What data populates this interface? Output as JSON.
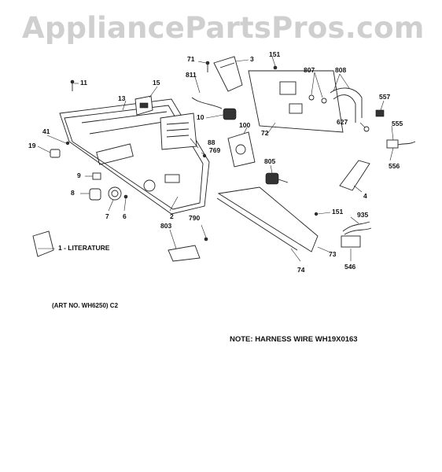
{
  "watermark": "AppliancePartsPros.com",
  "art_number": "(ART NO. WH6250) C2",
  "note": "NOTE: HARNESS WIRE WH19X0163",
  "literature_label": "1 - LITERATURE",
  "callouts": [
    {
      "id": "c71",
      "text": "71"
    },
    {
      "id": "c3",
      "text": "3"
    },
    {
      "id": "c151a",
      "text": "151"
    },
    {
      "id": "c807",
      "text": "807"
    },
    {
      "id": "c808",
      "text": "808"
    },
    {
      "id": "c11",
      "text": "11"
    },
    {
      "id": "c15",
      "text": "15"
    },
    {
      "id": "c811",
      "text": "811"
    },
    {
      "id": "c13",
      "text": "13"
    },
    {
      "id": "c557",
      "text": "557"
    },
    {
      "id": "c10",
      "text": "10"
    },
    {
      "id": "c627",
      "text": "627"
    },
    {
      "id": "c555",
      "text": "555"
    },
    {
      "id": "c41",
      "text": "41"
    },
    {
      "id": "c100",
      "text": "100"
    },
    {
      "id": "c72",
      "text": "72"
    },
    {
      "id": "c88",
      "text": "88"
    },
    {
      "id": "c19",
      "text": "19"
    },
    {
      "id": "c769",
      "text": "769"
    },
    {
      "id": "c556",
      "text": "556"
    },
    {
      "id": "c805",
      "text": "805"
    },
    {
      "id": "c9",
      "text": "9"
    },
    {
      "id": "c4",
      "text": "4"
    },
    {
      "id": "c8",
      "text": "8"
    },
    {
      "id": "c7",
      "text": "7"
    },
    {
      "id": "c6",
      "text": "6"
    },
    {
      "id": "c2",
      "text": "2"
    },
    {
      "id": "c790",
      "text": "790"
    },
    {
      "id": "c151b",
      "text": "151"
    },
    {
      "id": "c935",
      "text": "935"
    },
    {
      "id": "c803",
      "text": "803"
    },
    {
      "id": "c73",
      "text": "73"
    },
    {
      "id": "c74",
      "text": "74"
    },
    {
      "id": "c546",
      "text": "546"
    }
  ]
}
